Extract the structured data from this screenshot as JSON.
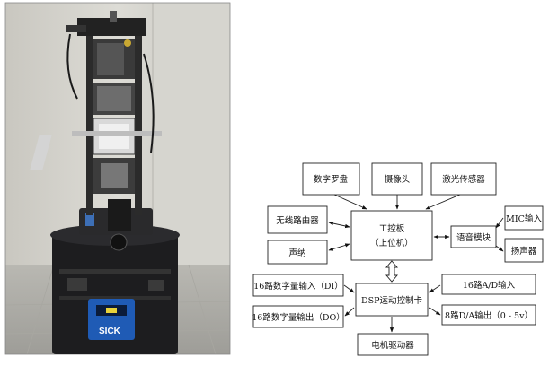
{
  "photo": {
    "logo_text": "SICK"
  },
  "diagram": {
    "nodes": {
      "compass": "数字罗盘",
      "camera": "摄像头",
      "laser": "激光传感器",
      "router": "无线路由器",
      "sonar": "声纳",
      "ipc_line1": "工控板",
      "ipc_line2": "（上位机）",
      "voice": "语音模块",
      "mic": "MIC输入",
      "speaker": "扬声器",
      "di": "16路数字量输入（DI）",
      "dsp": "DSP运动控制卡",
      "ad": "16路A/D输入",
      "do": "16路数字量输出（DO）",
      "da": "8路D/A输出（0 - 5v）",
      "motor": "电机驱动器"
    }
  }
}
